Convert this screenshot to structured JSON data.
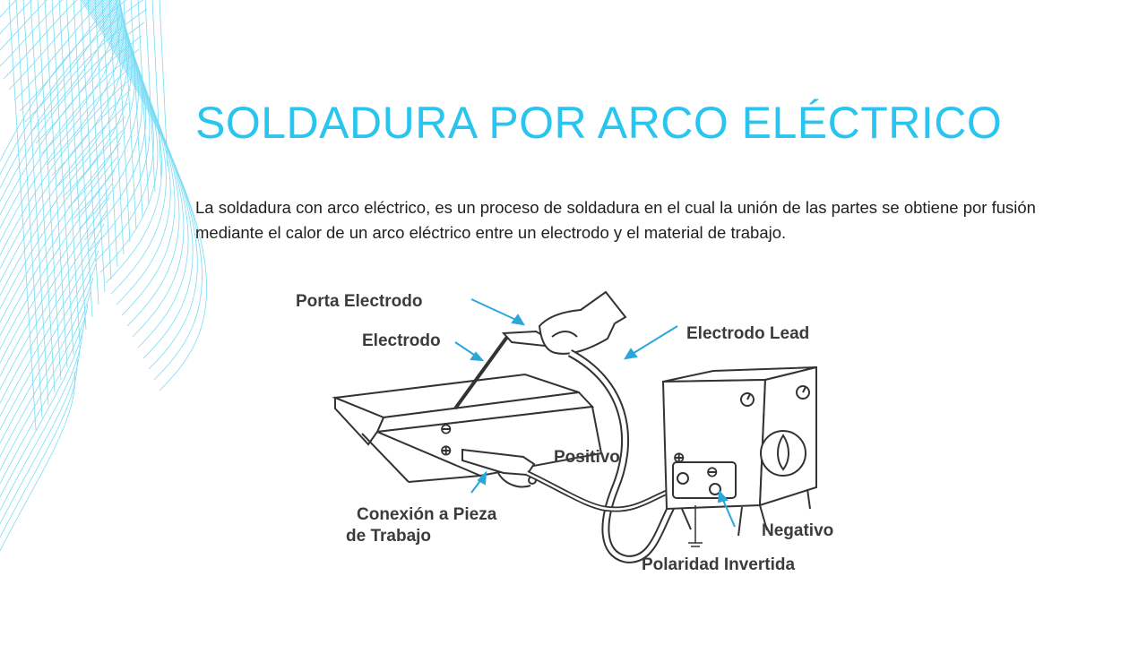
{
  "slide": {
    "title": "SOLDADURA POR ARCO ELÉCTRICO",
    "body": "La soldadura con arco eléctrico, es un proceso de soldadura en el cual la unión de las partes se obtiene por fusión mediante el calor de un arco eléctrico entre un electrodo y el material de trabajo."
  },
  "diagram": {
    "labels": {
      "porta_electrodo": "Porta Electrodo",
      "electrodo": "Electrodo",
      "electrodo_lead": "Electrodo Lead",
      "positivo": "Positivo",
      "conexion_1": "Conexión a Pieza",
      "conexion_2": "de Trabajo",
      "negativo": "Negativo",
      "polaridad": "Polaridad Invertida"
    },
    "symbols": {
      "minus": "⊖",
      "plus": "⊕"
    }
  },
  "theme": {
    "accent": "#29c5ee",
    "deco": "#62d6f4"
  }
}
